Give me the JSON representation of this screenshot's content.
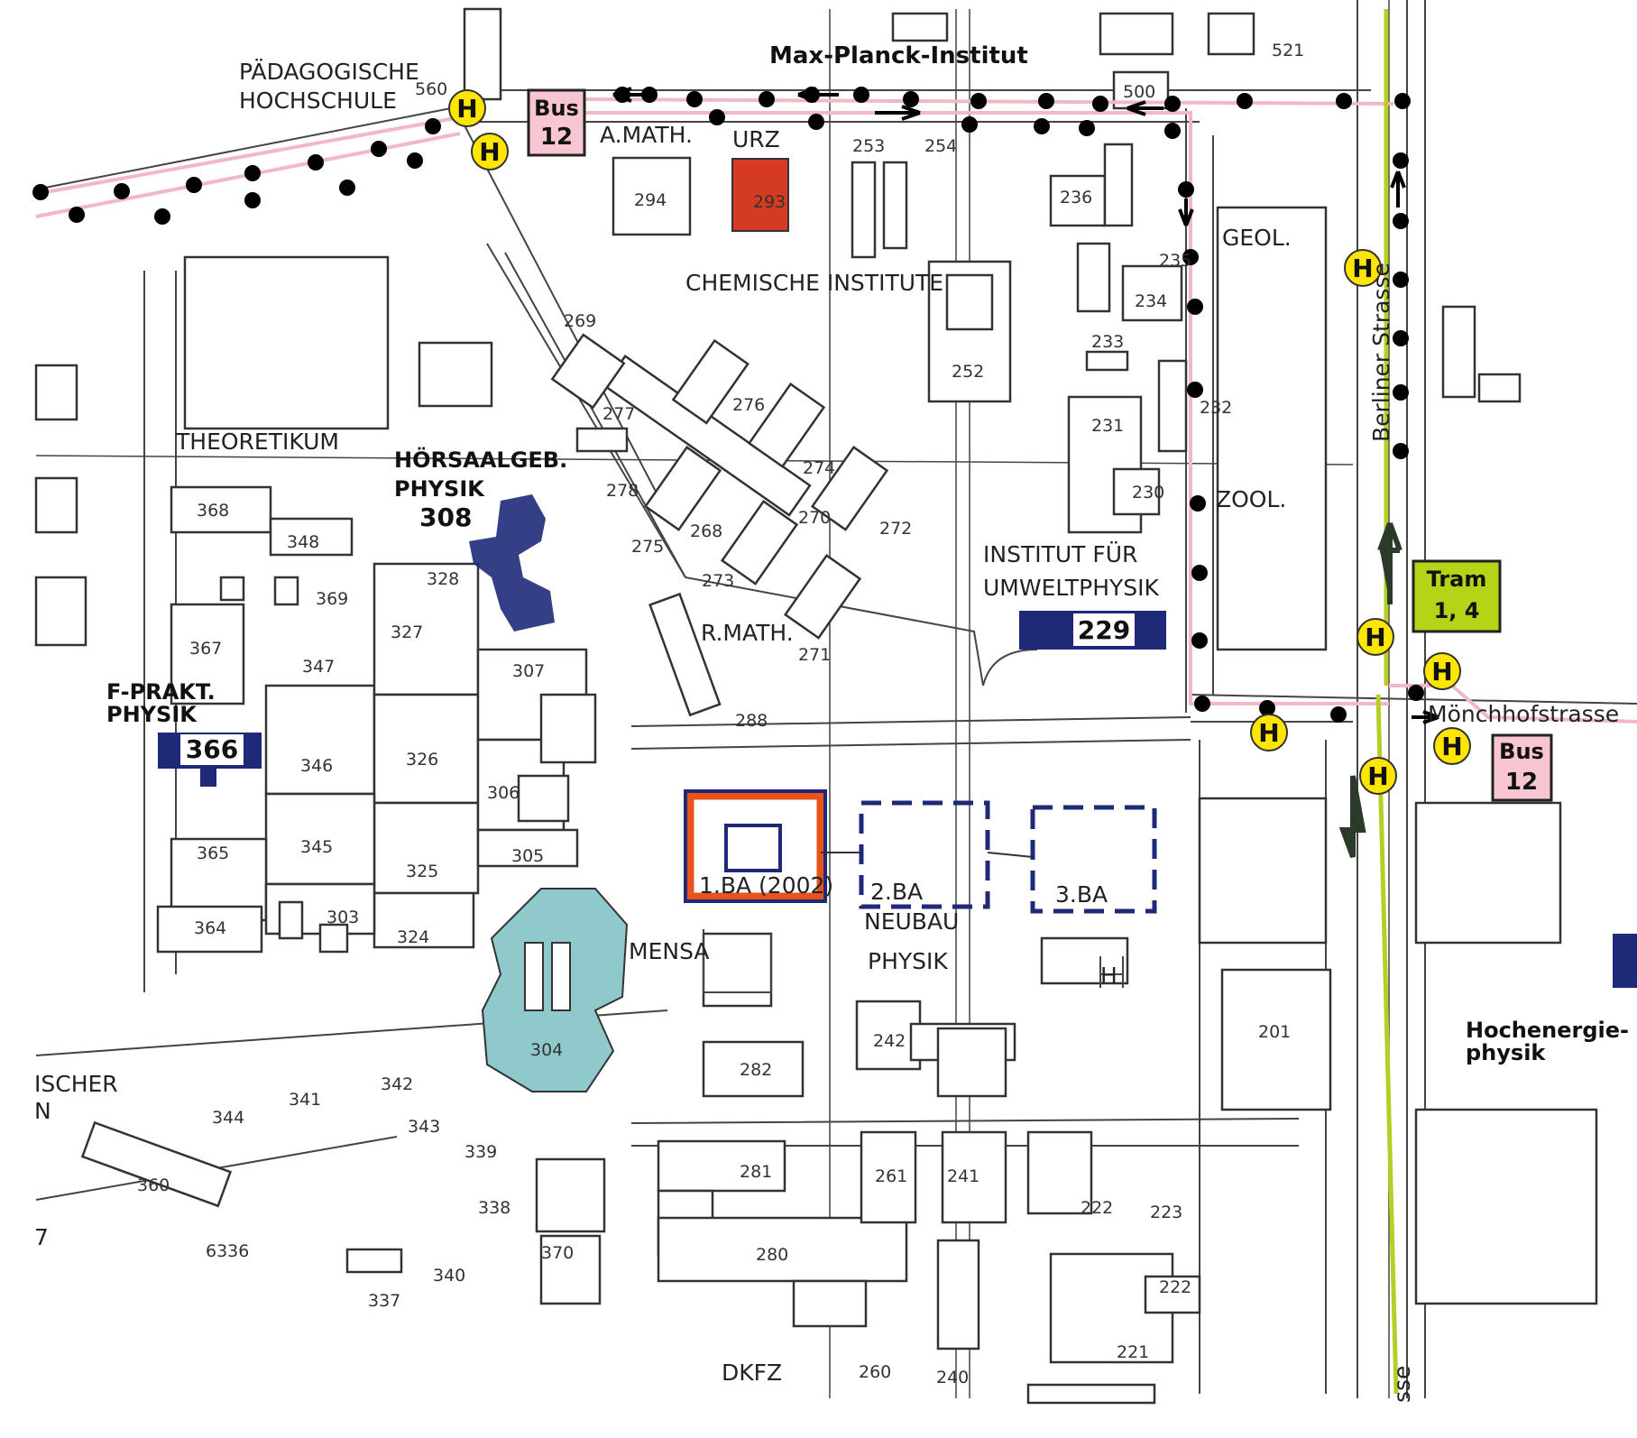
{
  "colors": {
    "bus_route": "#f2b8c6",
    "tram_route": "#b5cf27",
    "stop_fill": "#ffe600",
    "highlight_physics": "#1e2a78",
    "urz": "#d53a22",
    "mensa": "#8fc9cb",
    "new_building_frame": "#e8541c",
    "bus_box": "#f7c6d2",
    "tram_box": "#b5d317",
    "roads": "#444444"
  },
  "icons": {
    "stop": "yellow-h-circle-icon",
    "route_dot": "black-dot-icon",
    "direction": "arrow-icon"
  },
  "labels": {
    "max_planck": "Max-Planck-Institut",
    "paed_1": "PÄDAGOGISCHE",
    "paed_2": "HOCHSCHULE",
    "a_math": "A.MATH.",
    "urz": "URZ",
    "chem": "CHEMISCHE INSTITUTE",
    "geol": "GEOL.",
    "zool": "ZOOL.",
    "theoretikum": "THEORETIKUM",
    "hoersaal_1": "HÖRSAALGEB.",
    "hoersaal_2": "PHYSIK",
    "hoersaal_num": "308",
    "umwelt_1": "INSTITUT FÜR",
    "umwelt_2": "UMWELTPHYSIK",
    "umwelt_num": "229",
    "fprakt_1": "F-PRAKT.",
    "fprakt_2": "PHYSIK",
    "fprakt_num": "366",
    "r_math": "R.MATH.",
    "mensa": "MENSA",
    "neubau_1": "NEUBAU",
    "neubau_2": "PHYSIK",
    "ba1": "1.BA (2002)",
    "ba2": "2.BA",
    "ba3": "3.BA",
    "dkfz": "DKFZ",
    "berliner": "Berliner Strasse",
    "moenchhof": "Mönchhofstrasse",
    "hochenergie_1": "Hochenergie-",
    "hochenergie_2": "physik",
    "ischer": "ISCHER",
    "ischer_n": "N",
    "sse": "sse",
    "h_mark": "H",
    "seven": "7"
  },
  "transit": {
    "bus_top": {
      "line1": "Bus",
      "line2": "12"
    },
    "bus_right": {
      "line1": "Bus",
      "line2": "12"
    },
    "tram": {
      "line1": "Tram",
      "line2": "1, 4"
    },
    "stop_letter": "H"
  },
  "buildings": {
    "b560": "560",
    "b521": "521",
    "b500": "500",
    "b294": "294",
    "b293": "293",
    "b253": "253",
    "b254": "254",
    "b236": "236",
    "b235": "235",
    "b234": "234",
    "b233": "233",
    "b232": "232",
    "b231": "231",
    "b230": "230",
    "b252": "252",
    "b269": "269",
    "b277": "277",
    "b276": "276",
    "b274": "274",
    "b278": "278",
    "b270": "270",
    "b272": "272",
    "b275": "275",
    "b268": "268",
    "b273": "273",
    "b271": "271",
    "b288": "288",
    "b368": "368",
    "b348": "348",
    "b369": "369",
    "b328": "328",
    "b327": "327",
    "b367": "367",
    "b347": "347",
    "b307": "307",
    "b346": "346",
    "b326": "326",
    "b306": "306",
    "b365": "365",
    "b345": "345",
    "b325": "325",
    "b305": "305",
    "b364": "364",
    "b303": "303",
    "b324": "324",
    "b304": "304",
    "b282": "282",
    "b242": "242",
    "b201": "201",
    "b341": "341",
    "b342": "342",
    "b344": "344",
    "b343": "343",
    "b339": "339",
    "b338": "338",
    "b360": "360",
    "b336": "6336",
    "b370": "370",
    "b337": "337",
    "b340": "340",
    "b281": "281",
    "b261": "261",
    "b241": "241",
    "b222a": "222",
    "b223": "223",
    "b280": "280",
    "b222b": "222",
    "b221": "221",
    "b260": "260",
    "b240": "240"
  }
}
